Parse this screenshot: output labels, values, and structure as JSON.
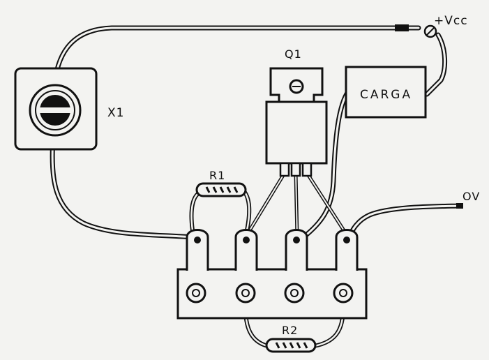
{
  "labels": {
    "x1": "X1",
    "q1": "Q1",
    "r1": "R1",
    "r2": "R2",
    "ov": "OV",
    "vcc": "+Vcc",
    "carga": "CARGA"
  },
  "colors": {
    "paper": "#f3f3f1",
    "ink": "#111111"
  }
}
